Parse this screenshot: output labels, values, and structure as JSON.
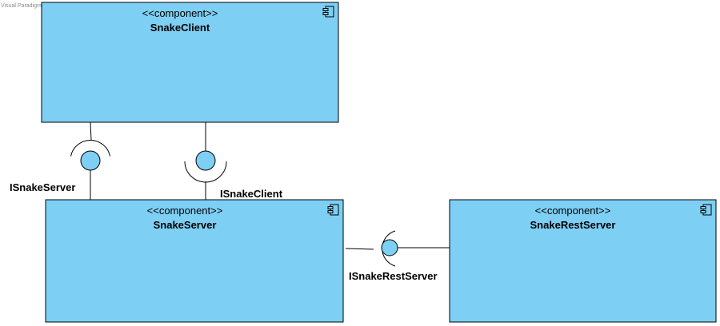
{
  "watermark": "Visual Paradigm Professional(roeli(Fontys Hogeschool))",
  "colors": {
    "component_fill": "#7ecff4",
    "stroke": "#000000",
    "background": "#ffffff"
  },
  "icons": {
    "component": "uml-component-icon"
  },
  "components": {
    "client": {
      "stereotype": "<<component>>",
      "name": "SnakeClient"
    },
    "server": {
      "stereotype": "<<component>>",
      "name": "SnakeServer"
    },
    "rest": {
      "stereotype": "<<component>>",
      "name": "SnakeRestServer"
    }
  },
  "interfaces": {
    "snake_server": "ISnakeServer",
    "snake_client": "ISnakeClient",
    "snake_rest_server": "ISnakeRestServer"
  }
}
